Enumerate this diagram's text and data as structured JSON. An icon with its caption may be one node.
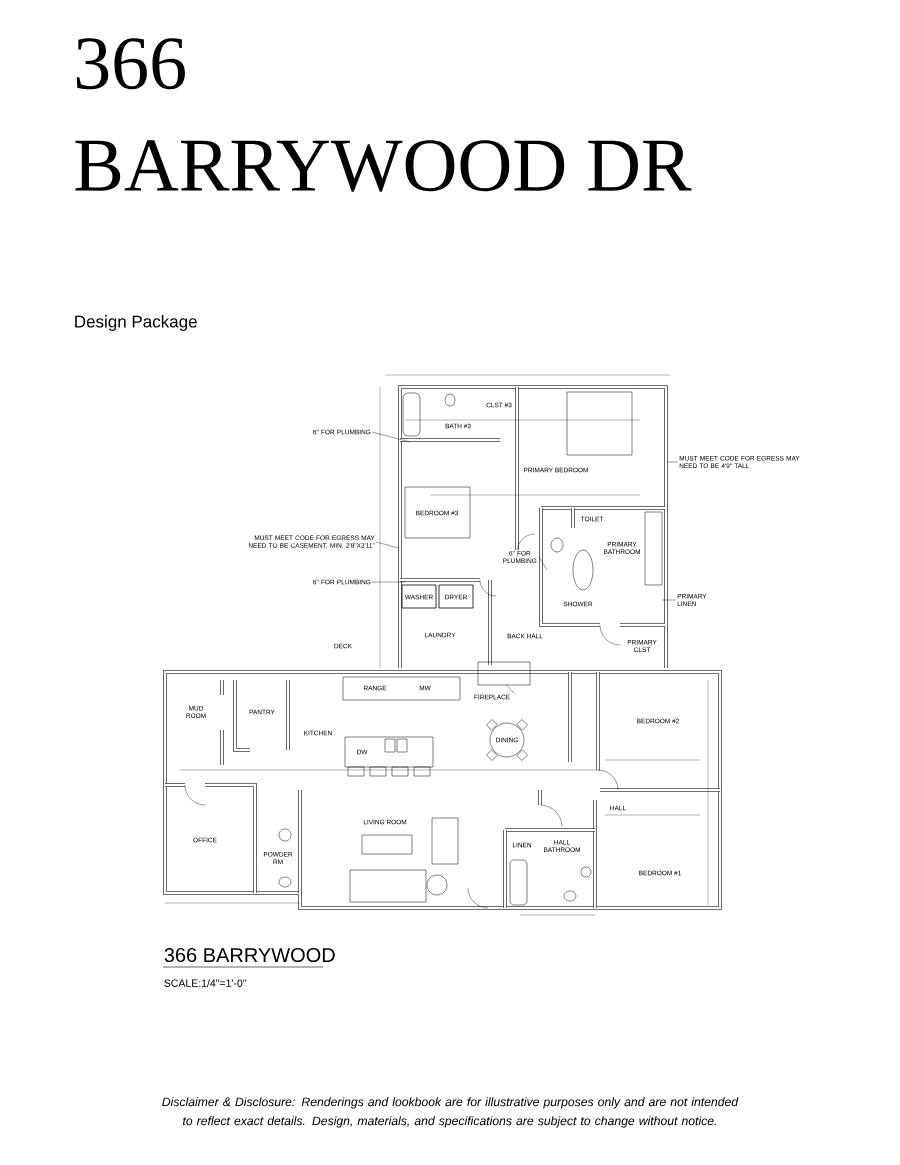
{
  "diagram": {
    "title": "366 BARRYWOOD DR",
    "caption": "Disclaimer & Disclosure: Renderings and lookbook are for illustrative purposes only and are not intended to reflect exact details. Design, materials, and specifications are subject to change without notice.",
    "nodes": [
      {
        "text": [
          "6\" FOR PLUMBING"
        ]
      },
      {
        "text": [
          "MUST MEET CODE FOR EGRESS MAY NEED TO BE CASEMENT, MIN. 2'8\"X3'11\""
        ]
      },
      {
        "text": [
          "6\" FOR PLUMBING"
        ]
      },
      {
        "text": [
          "MUST MEET CODE FOR EGRESS MAY NEED TO BE 4'9\" TALL"
        ]
      },
      {
        "text": [
          "6\" FOR PLUMBING"
        ]
      },
      {
        "text": [
          "PRIMARY LINEN"
        ]
      },
      {
        "text": [
          "FIREPLACE"
        ]
      }
    ],
    "edges": [
      {
        "from": 0,
        "to": null,
        "arrow": "none"
      },
      {
        "from": 1,
        "to": null,
        "arrow": "none"
      },
      {
        "from": 2,
        "to": null,
        "arrow": "none"
      },
      {
        "from": 3,
        "to": null,
        "arrow": "none"
      },
      {
        "from": 4,
        "to": null,
        "arrow": "none"
      },
      {
        "from": 5,
        "to": null,
        "arrow": "none"
      },
      {
        "from": 6,
        "to": null,
        "arrow": "none"
      }
    ],
    "labels": [
      "Design Package",
      "CLST #3",
      "BATH #3",
      "PRIMARY BEDROOM",
      "BEDROOM #3",
      "TOILET",
      "PRIMARY BATHROOM",
      "WASHER",
      "DRYER",
      "SHOWER",
      "LAUNDRY",
      "PRIMARY CLST",
      "BACK HALL",
      "DECK",
      "RANGE",
      "MW",
      "MUD ROOM",
      "PANTRY",
      "KITCHEN",
      "BEDROOM #2",
      "DINING",
      "DW",
      "HALL",
      "LIVING ROOM",
      "OFFICE",
      "LINEN",
      "HALL BATHROOM",
      "POWDER RM",
      "BEDROOM #1",
      "366 BARRYWOOD",
      "SCALE:1/4\"=1'-0\""
    ]
  }
}
